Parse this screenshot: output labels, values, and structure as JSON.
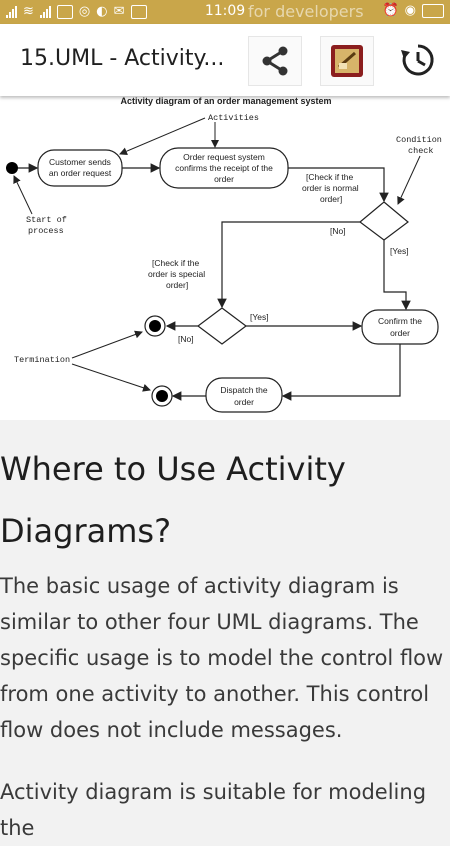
{
  "status_bar": {
    "time": "11:09",
    "faded_text": "for developers"
  },
  "app_bar": {
    "title": "15.UML - Activity..."
  },
  "diagram": {
    "title": "Activity diagram of an order management system",
    "labels": {
      "activities": "Activities",
      "condition_check_1": "Condition",
      "condition_check_2": "check",
      "start_1": "Start of",
      "start_2": "process",
      "termination": "Termination"
    },
    "nodes": {
      "customer_1": "Customer sends",
      "customer_2": "an order request",
      "order_1": "Order request system",
      "order_2": "confirms the receipt of the",
      "order_3": "order",
      "confirm_1": "Confirm the",
      "confirm_2": "order",
      "dispatch_1": "Dispatch the",
      "dispatch_2": "order"
    },
    "guards": {
      "normal_1": "[Check if the",
      "normal_2": "order is normal",
      "normal_3": "order]",
      "special_1": "[Check if the",
      "special_2": "order is special",
      "special_3": "order]",
      "no_1": "[No]",
      "yes_1": "[Yes]",
      "yes_2": "[Yes]",
      "no_2": "[No]"
    }
  },
  "article": {
    "heading": "Where to Use Activity Diagrams?",
    "paragraph1": "The basic usage of activity diagram is similar to other four UML diagrams. The specific usage is to model the control flow from one activity to another. This control flow does not include messages.",
    "paragraph2": "Activity diagram is suitable for modeling the"
  }
}
